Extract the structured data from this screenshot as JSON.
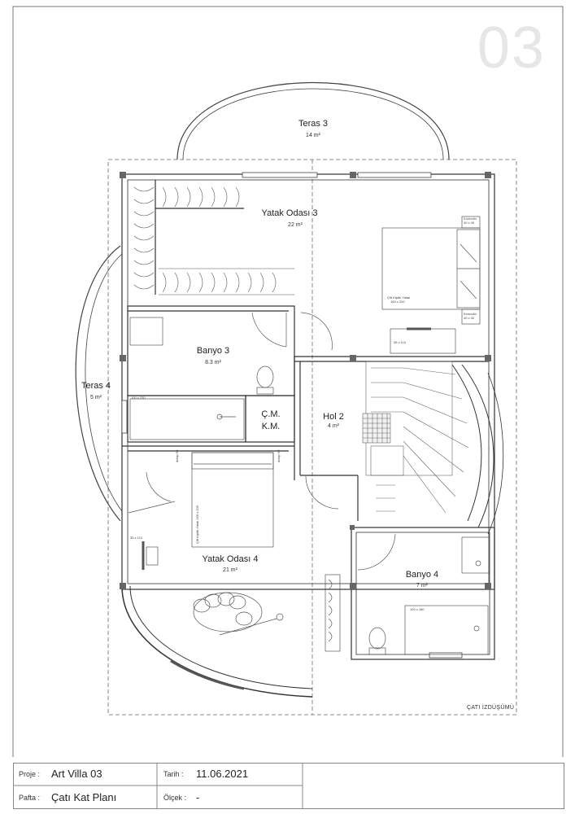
{
  "sheet_number": "03",
  "rooms": {
    "teras3": {
      "name": "Teras 3",
      "area": "14 m²"
    },
    "yatak3": {
      "name": "Yatak Odası 3",
      "area": "22 m²"
    },
    "banyo3": {
      "name": "Banyo 3",
      "area": "8.3 m²"
    },
    "teras4": {
      "name": "Teras 4",
      "area": "5 m²"
    },
    "cmkm": {
      "name_line1": "Ç.M.",
      "name_line2": "K.M."
    },
    "hol2": {
      "name": "Hol 2",
      "area": "4 m²"
    },
    "yatak4": {
      "name": "Yatak Odası 4",
      "area": "21 m²"
    },
    "banyo4": {
      "name": "Banyo 4",
      "area": "7 m²"
    }
  },
  "annotations": {
    "komodin_top": {
      "line1": "Komodin",
      "line2": "40 x 40"
    },
    "komodin_bottom": {
      "line1": "Komodin",
      "line2": "40 x 40"
    },
    "bed3": {
      "line1": "Çift Kişilik Yatak",
      "line2": "160 x 200"
    },
    "desk3": "35 x 110",
    "shower3": "100 x 230",
    "desk4": "35 x 110",
    "bed4": "Çift Kişilik Yatak 160 x 200",
    "shower4": "100 x 180",
    "wardrobe_a": "dolap 60",
    "wardrobe_b": "dolap 60",
    "roof_projection": "ÇATI İZDÜŞÜMÜ"
  },
  "title_block": {
    "proje_label": "Proje :",
    "proje_value": "Art Villa 03",
    "tarih_label": "Tarih :",
    "tarih_value": "11.06.2021",
    "pafta_label": "Pafta :",
    "pafta_value": "Çatı Kat Planı",
    "olcek_label": "Ölçek :",
    "olcek_value": "-"
  }
}
